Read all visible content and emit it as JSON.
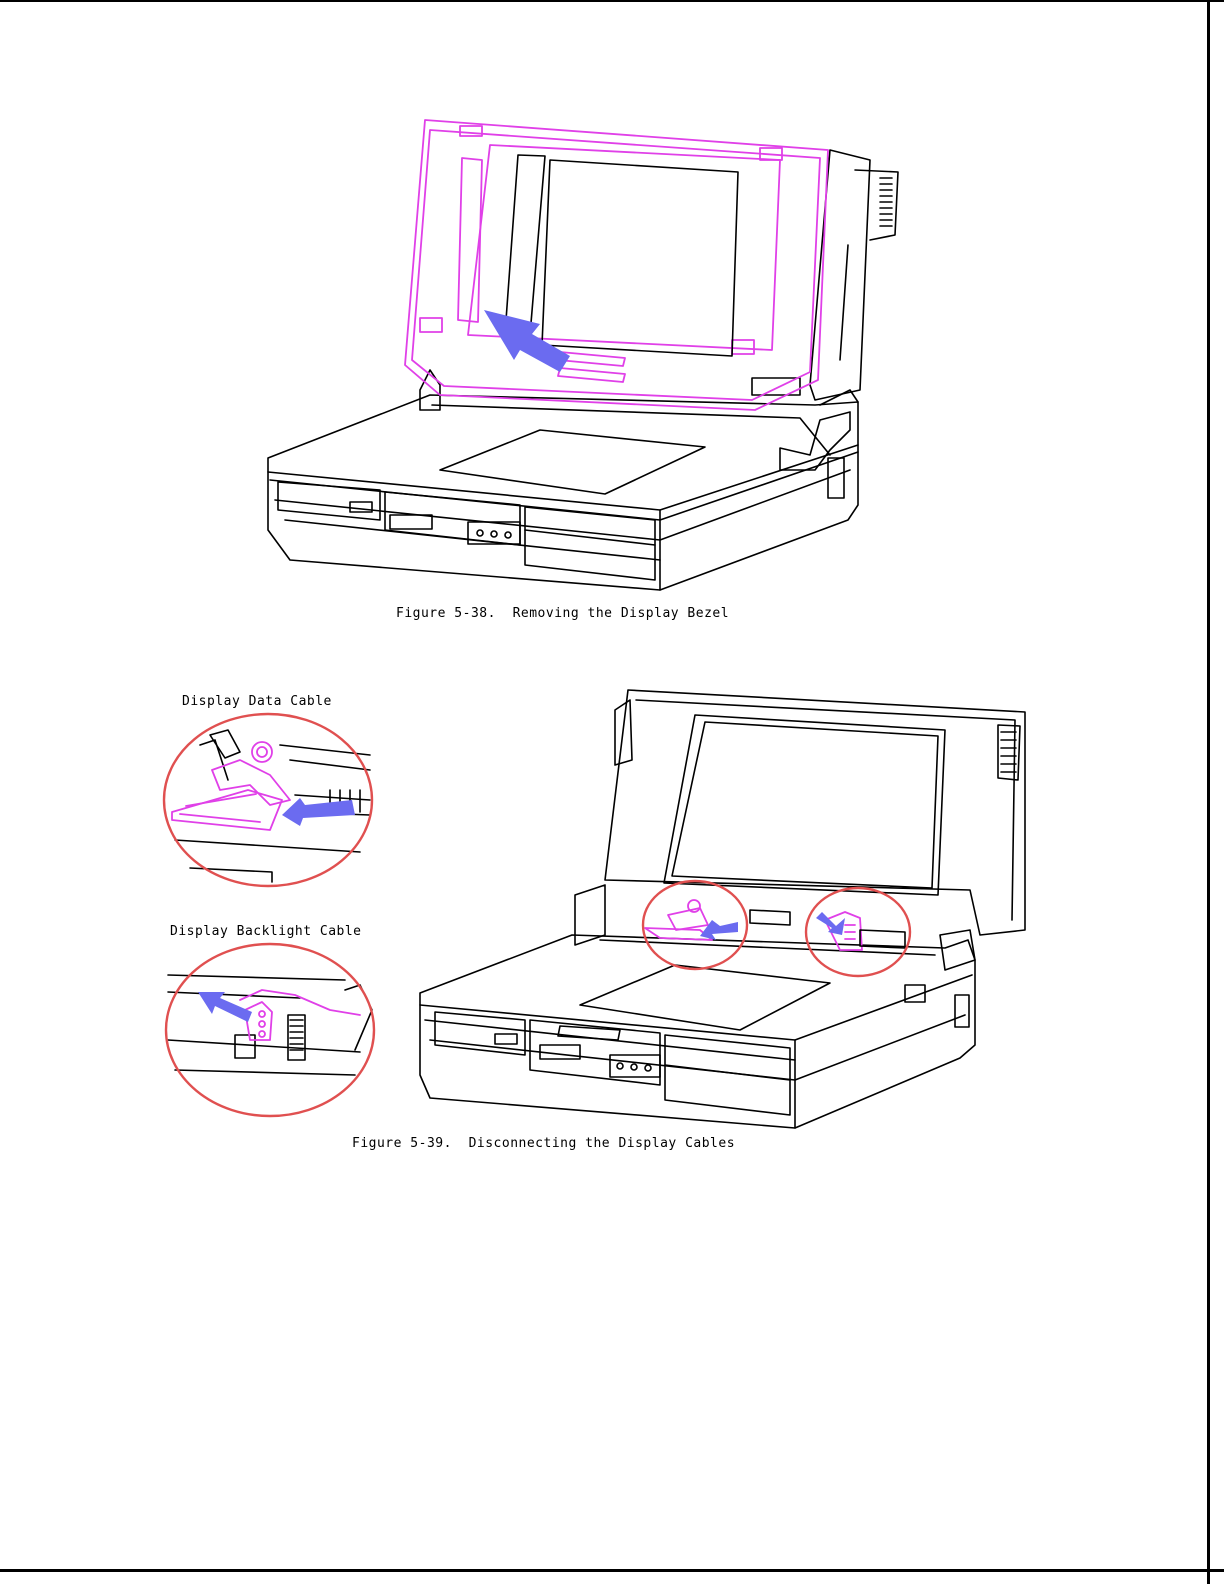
{
  "figure_38": {
    "caption": "Figure 5-38.  Removing the Display Bezel"
  },
  "figure_39": {
    "caption": "Figure 5-39.  Disconnecting the Display Cables",
    "callout_data": "Display Data Cable",
    "callout_backlight": "Display Backlight Cable"
  },
  "colors": {
    "part_highlight": "#e040e8",
    "arrow": "#6b6bf0",
    "callout_circle": "#e05050"
  }
}
